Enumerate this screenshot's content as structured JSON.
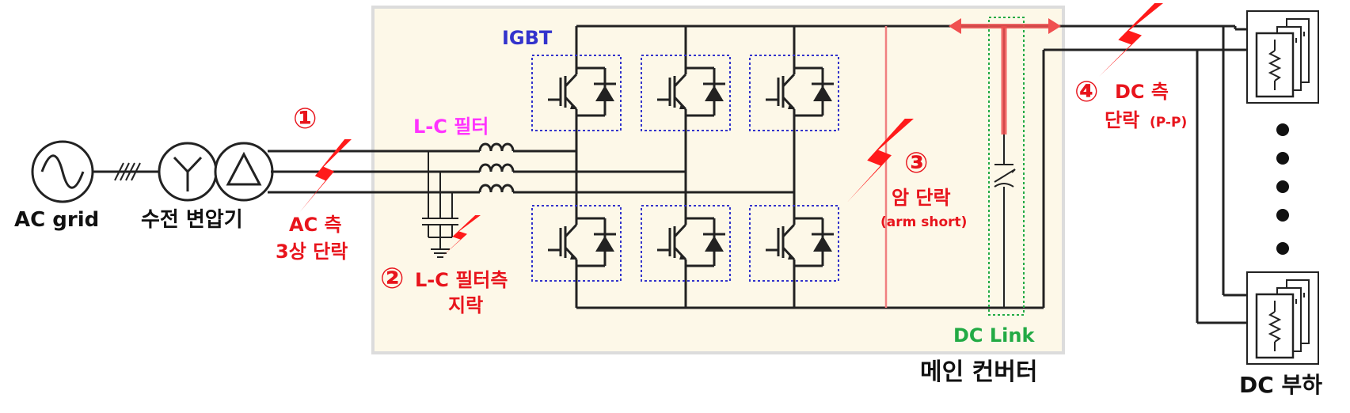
{
  "labels": {
    "ac_grid": "AC grid",
    "transformer": "수전 변압기",
    "ac_fault_line1": "AC 측",
    "ac_fault_line2": "3상 단락",
    "lc_filter": "L-C 필터",
    "igbt": "IGBT",
    "lc_fault_line1": "L-C 필터측",
    "lc_fault_line2": "지락",
    "arm_fault_line1": "암 단락",
    "arm_fault_line2": "(arm short)",
    "dc_fault_line1": "DC 측",
    "dc_fault_line2": "단락",
    "dc_fault_pp": "(P-P)",
    "dc_link": "DC Link",
    "main_converter": "메인 컨버터",
    "dc_load": "DC 부하"
  },
  "markers": {
    "m1": "①",
    "m2": "②",
    "m3": "③",
    "m4": "④"
  },
  "colors": {
    "fault_red": "#ff1a1a",
    "label_red": "#e8141c",
    "igbt_blue": "#3333cc",
    "filter_magenta": "#ff33ff",
    "dclink_green": "#22aa44",
    "converter_bg": "#fdf8e8",
    "converter_border": "#dcdcdc",
    "wire": "#222222"
  },
  "icons": {
    "grid_source": "ac-source-icon",
    "transformer": "wye-delta-transformer-icon",
    "fault": "lightning-bolt-icon",
    "switch": "igbt-diode-icon",
    "load": "resistor-load-icon"
  }
}
